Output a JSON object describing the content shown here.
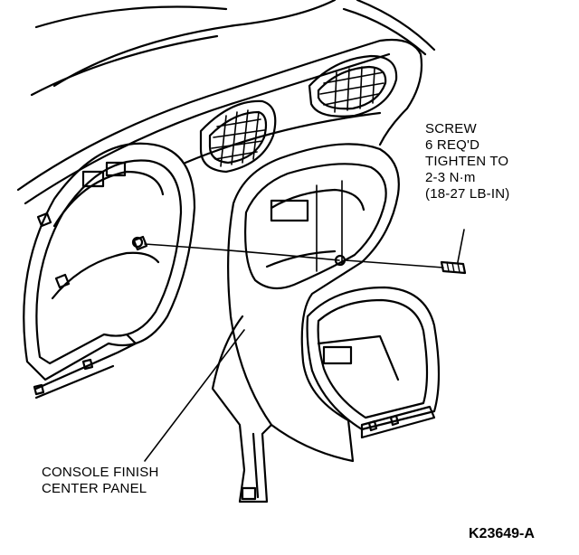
{
  "callouts": {
    "screw": {
      "lines": [
        "SCREW",
        "6 REQ'D",
        "TIGHTEN TO",
        "2-3 N·m",
        "(18-27 LB-IN)"
      ]
    },
    "panel": {
      "lines": [
        "CONSOLE FINISH",
        "CENTER PANEL"
      ]
    }
  },
  "figure_id": "K23649-A"
}
